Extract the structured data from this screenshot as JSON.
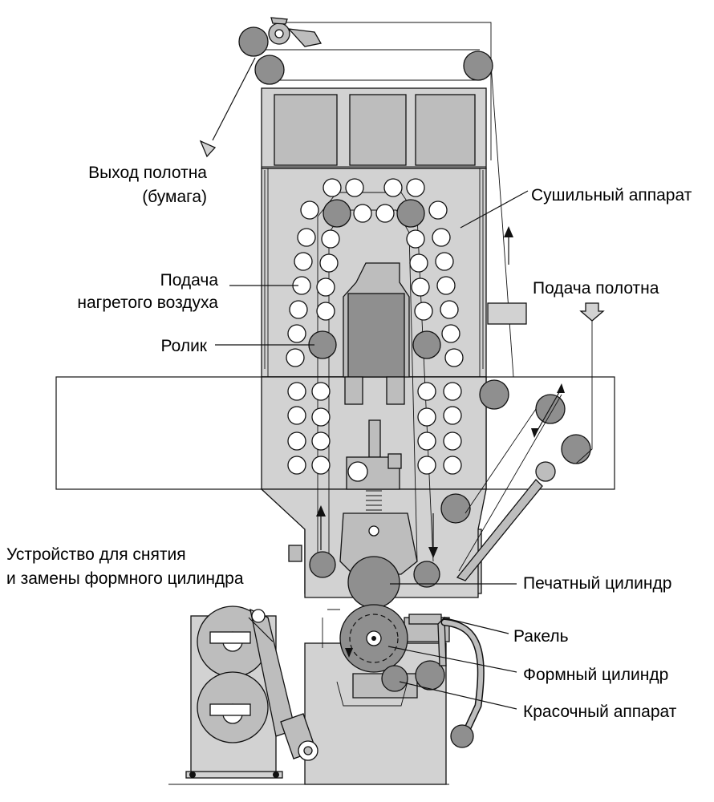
{
  "labels": {
    "web_exit_line1": "Выход полотна",
    "web_exit_line2": "(бумага)",
    "dryer": "Сушильный аппарат",
    "hot_air_line1": "Подача",
    "hot_air_line2": "нагретого воздуха",
    "web_feed": "Подача полотна",
    "roller": "Ролик",
    "cylinder_change_line1": "Устройство для снятия",
    "cylinder_change_line2": "и замены формного цилиндра",
    "impression_cylinder": "Печатный цилиндр",
    "doctor_blade": "Ракель",
    "plate_cylinder": "Формный цилиндр",
    "inking_unit": "Красочный аппарат"
  },
  "colors": {
    "machine_body": "#d2d2d2",
    "roller_dark": "#8f8f8f",
    "nozzle_white": "#ffffff",
    "outline": "#111111"
  }
}
